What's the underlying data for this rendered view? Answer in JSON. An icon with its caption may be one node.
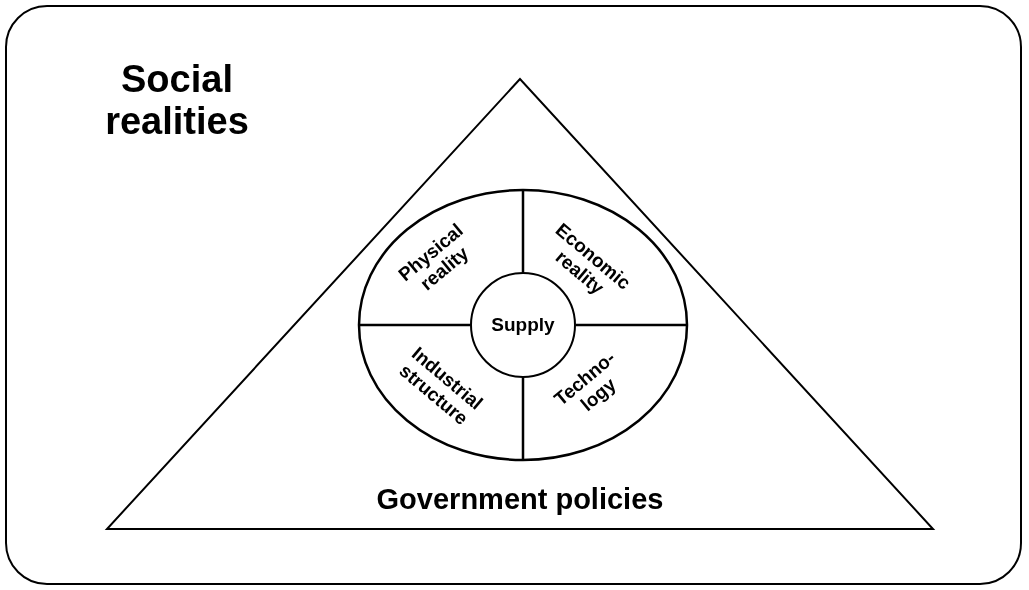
{
  "diagram": {
    "nodes": [
      {
        "text": [
          "Social realities"
        ]
      },
      {
        "text": [
          "Government policies"
        ],
        "in": 0
      },
      {
        "text": [],
        "shape": "ellipse",
        "in": 1
      },
      {
        "text": [
          "Physical reality"
        ],
        "in": 2
      },
      {
        "text": [
          "Economic reality"
        ],
        "in": 2
      },
      {
        "text": [
          "Supply"
        ],
        "in": 2
      },
      {
        "text": [
          "Industrial structure"
        ],
        "in": 2
      },
      {
        "text": [
          "Techno- logy"
        ],
        "in": 2
      }
    ]
  }
}
